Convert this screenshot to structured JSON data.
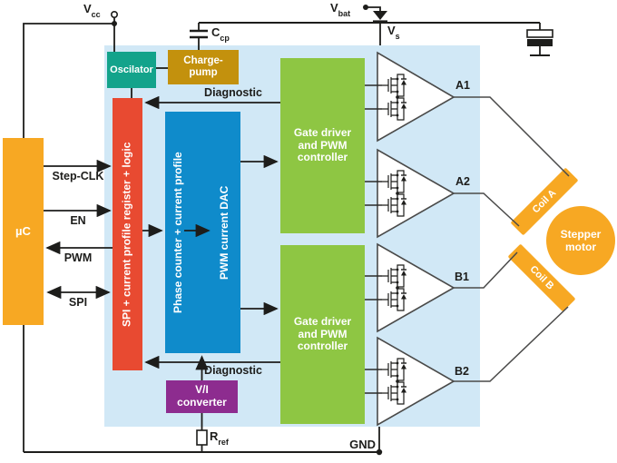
{
  "blocks": {
    "mcu": {
      "label": "µC"
    },
    "oscillator": {
      "label": "Oscilator"
    },
    "charge_pump": {
      "label": "Charge-pump"
    },
    "spi_logic": {
      "label": "SPI + current profile register + logic"
    },
    "phase_counter": {
      "label": "Phase counter + current profile"
    },
    "pwm_dac": {
      "label": "PWM current DAC"
    },
    "gate_driver_a": {
      "label": "Gate driver and PWM controller"
    },
    "gate_driver_b": {
      "label": "Gate driver and PWM controller"
    },
    "vi_converter": {
      "label": "V/I converter"
    }
  },
  "signals": {
    "step_clk": "Step-CLK",
    "en": "EN",
    "pwm": "PWM",
    "spi": "SPI",
    "diagnostic_top": "Diagnostic",
    "diagnostic_bottom": "Diagnostic"
  },
  "pins": {
    "vcc": {
      "base": "V",
      "sub": "cc"
    },
    "ccp": {
      "base": "C",
      "sub": "cp"
    },
    "vbat": {
      "base": "V",
      "sub": "bat"
    },
    "vs": {
      "base": "V",
      "sub": "s"
    },
    "rref": {
      "base": "R",
      "sub": "ref"
    },
    "gnd": "GND"
  },
  "outputs": {
    "a1": "A1",
    "a2": "A2",
    "b1": "B1",
    "b2": "B2"
  },
  "motor": {
    "coil_a": "Coil A",
    "coil_b": "Coil B",
    "label": "Stepper motor"
  },
  "colors": {
    "chip_background": "#d1e8f6",
    "orange": "#f7a823",
    "teal": "#13a38b",
    "gold": "#c3910d",
    "red": "#e84a31",
    "blue": "#0f8bcb",
    "green": "#8ec643",
    "purple": "#8d2c8f",
    "wire": "#1d1d1b",
    "driver_outline": "#4a4a49"
  }
}
